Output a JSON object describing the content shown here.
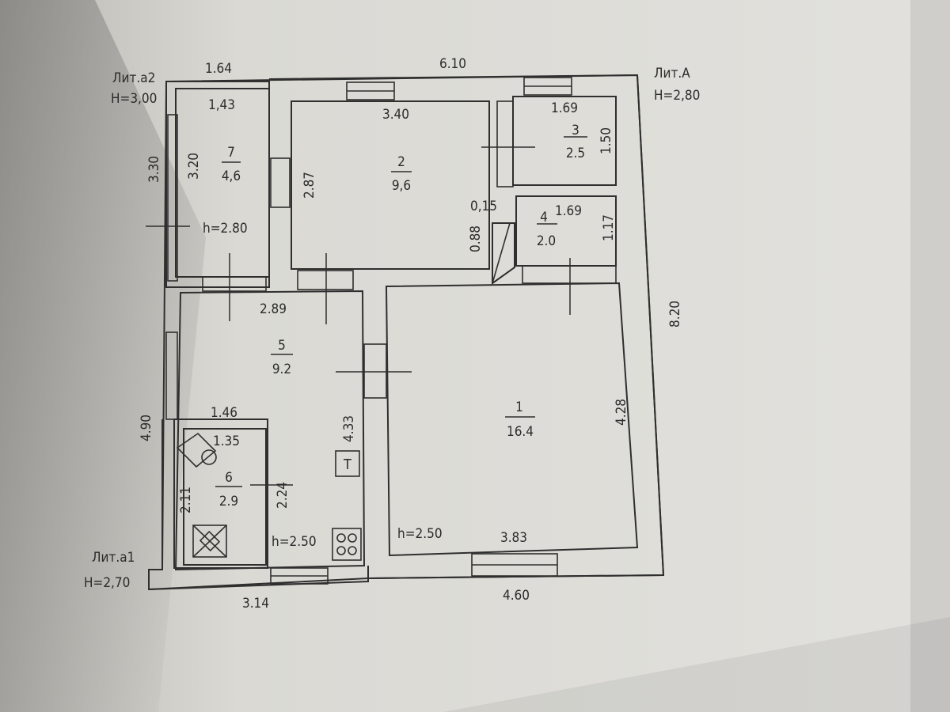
{
  "blocks": {
    "a2": {
      "name": "Лит.a2",
      "height": "H=3,00"
    },
    "A": {
      "name": "Лит.A",
      "height": "H=2,80"
    },
    "a1": {
      "name": "Лит.a1",
      "height": "H=2,70"
    }
  },
  "rooms": [
    {
      "id": "1",
      "number": "1",
      "area": "16.4"
    },
    {
      "id": "2",
      "number": "2",
      "area": "9,6"
    },
    {
      "id": "3",
      "number": "3",
      "area": "2.5"
    },
    {
      "id": "4",
      "number": "4",
      "area": "2.0"
    },
    {
      "id": "5",
      "number": "5",
      "area": "9.2"
    },
    {
      "id": "6",
      "number": "6",
      "area": "2.9"
    },
    {
      "id": "7",
      "number": "7",
      "area": "4,6"
    }
  ],
  "ceiling_heights": {
    "room7": "h=2.80",
    "room5": "h=2.50",
    "room1": "h=2.50"
  },
  "dimensions": {
    "ext_top_left": "1.64",
    "ext_top_main": "6.10",
    "ext_right": "8.20",
    "ext_bottom_left": "3.14",
    "ext_bottom_right": "4.60",
    "ext_left_upper": "3.30",
    "ext_left_lower": "4.90",
    "r7_width": "1,43",
    "r7_length": "3.20",
    "r2_width": "3.40",
    "r2_length": "2.87",
    "r3_width": "1.69",
    "r3_length": "1.50",
    "r4_width": "1.69",
    "r4_length": "1.17",
    "partition": "0,15",
    "corridor": "0.88",
    "r5_width": "2.89",
    "r5_length": "4.33",
    "r6_outer": "1.46",
    "r6_width": "1.35",
    "r6_left": "2.11",
    "r6_right": "2.24",
    "r1_width": "3.83",
    "r1_length": "4.28"
  },
  "symbols": {
    "boiler": "T"
  }
}
